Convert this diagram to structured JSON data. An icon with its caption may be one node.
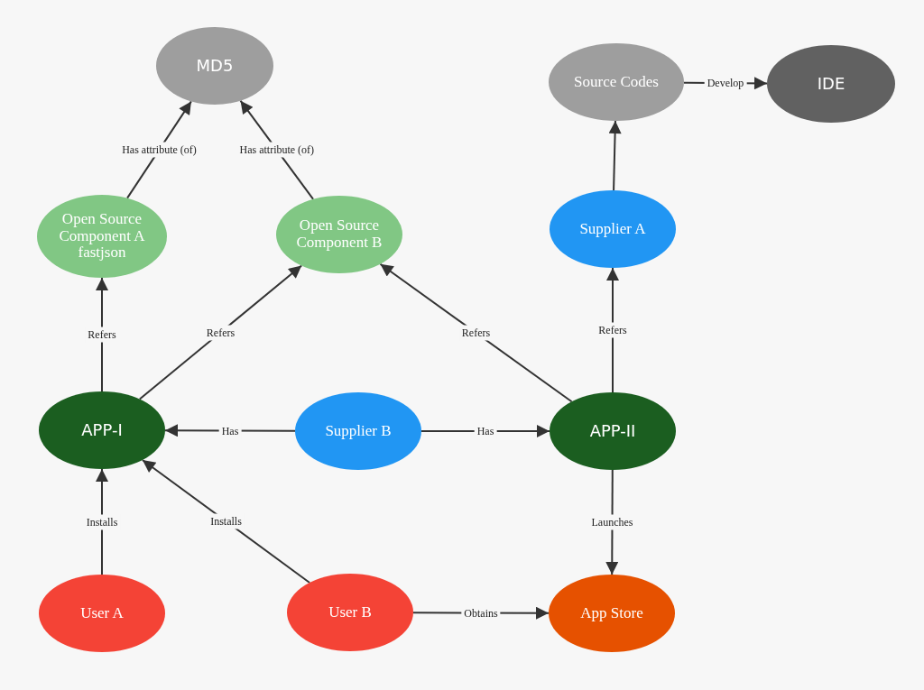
{
  "diagram": {
    "nodes": [
      {
        "text": [
          "MD5"
        ]
      },
      {
        "text": [
          "Source Codes"
        ]
      },
      {
        "text": [
          "IDE"
        ]
      },
      {
        "text": [
          "Open Source Component A fastjson"
        ]
      },
      {
        "text": [
          "Open Source Component B"
        ]
      },
      {
        "text": [
          "Supplier A"
        ]
      },
      {
        "text": [
          "APP-I"
        ]
      },
      {
        "text": [
          "Supplier B"
        ]
      },
      {
        "text": [
          "APP-II"
        ]
      },
      {
        "text": [
          "User A"
        ]
      },
      {
        "text": [
          "User B"
        ]
      },
      {
        "text": [
          "App Store"
        ]
      }
    ],
    "edges": [
      {
        "from": 3,
        "to": 0,
        "arrow": "to",
        "label": "Has attribute (of)"
      },
      {
        "from": 4,
        "to": 0,
        "arrow": "to",
        "label": "Has attribute (of)"
      },
      {
        "from": 1,
        "to": 2,
        "arrow": "to",
        "label": "Develop"
      },
      {
        "from": 6,
        "to": 3,
        "arrow": "to",
        "label": "Refers"
      },
      {
        "from": 6,
        "to": 4,
        "arrow": "to",
        "label": "Refers"
      },
      {
        "from": 8,
        "to": 4,
        "arrow": "to",
        "label": "Refers"
      },
      {
        "from": 5,
        "to": 1,
        "arrow": "to"
      },
      {
        "from": 8,
        "to": 5,
        "arrow": "to",
        "label": "Refers"
      },
      {
        "from": 7,
        "to": 6,
        "arrow": "to",
        "label": "Has"
      },
      {
        "from": 7,
        "to": 8,
        "arrow": "to",
        "label": "Has"
      },
      {
        "from": 8,
        "to": 11,
        "arrow": "to",
        "label": "Launches"
      },
      {
        "from": 9,
        "to": 6,
        "arrow": "to",
        "label": "Installs"
      },
      {
        "from": 10,
        "to": 6,
        "arrow": "to",
        "label": "Installs"
      },
      {
        "from": 10,
        "to": 11,
        "arrow": "to",
        "label": "Obtains"
      }
    ]
  }
}
